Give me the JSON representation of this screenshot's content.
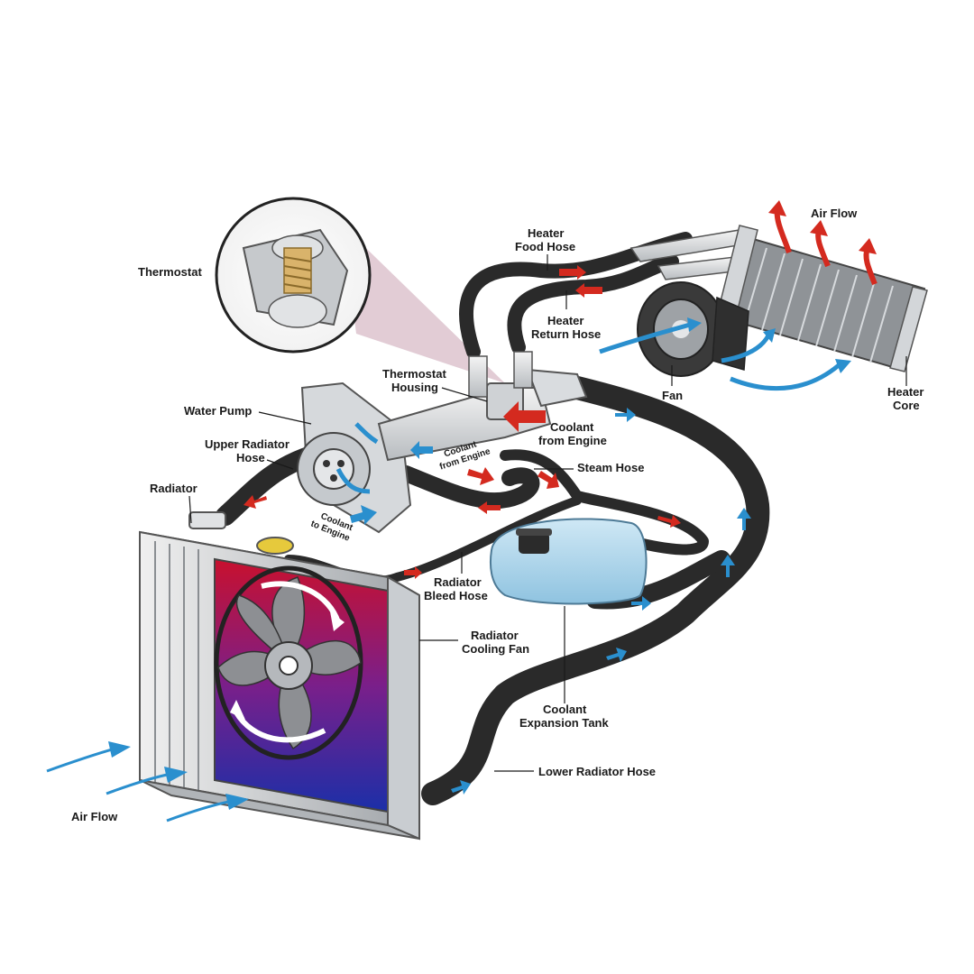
{
  "labels": {
    "thermostat": "Thermostat",
    "heater_food_hose_1": "Heater",
    "heater_food_hose_2": "Food Hose",
    "air_flow_top": "Air Flow",
    "heater_return_hose_1": "Heater",
    "heater_return_hose_2": "Return Hose",
    "fan": "Fan",
    "heater_core_1": "Heater",
    "heater_core_2": "Core",
    "thermostat_housing_1": "Thermostat",
    "thermostat_housing_2": "Housing",
    "water_pump": "Water Pump",
    "coolant_from_engine_1": "Coolant",
    "coolant_from_engine_2": "from Engine",
    "upper_radiator_hose_1": "Upper Radiator",
    "upper_radiator_hose_2": "Hose",
    "coolant_from_engine_small_1": "Coolant",
    "coolant_from_engine_small_2": "from Engine",
    "steam_hose": "Steam Hose",
    "radiator": "Radiator",
    "coolant_to_engine_1": "Coolant",
    "coolant_to_engine_2": "to Engine",
    "radiator_bleed_hose_1": "Radiator",
    "radiator_bleed_hose_2": "Bleed Hose",
    "radiator_cooling_fan_1": "Radiator",
    "radiator_cooling_fan_2": "Cooling Fan",
    "coolant_expansion_tank_1": "Coolant",
    "coolant_expansion_tank_2": "Expansion Tank",
    "lower_radiator_hose": "Lower Radiator Hose",
    "air_flow_bottom": "Air Flow"
  },
  "colors": {
    "hot_arrow": "#d42a1f",
    "cool_arrow": "#2a8fce",
    "hose": "#2a2a2a",
    "tank": "#a9d3ea",
    "radiator_hot": "#c8102e",
    "radiator_cool": "#1b2fa8",
    "callout": "#b98a99"
  },
  "icons": [
    "thermostat-part",
    "water-pump",
    "radiator",
    "cooling-fan",
    "heater-core",
    "blower-fan",
    "expansion-tank"
  ]
}
